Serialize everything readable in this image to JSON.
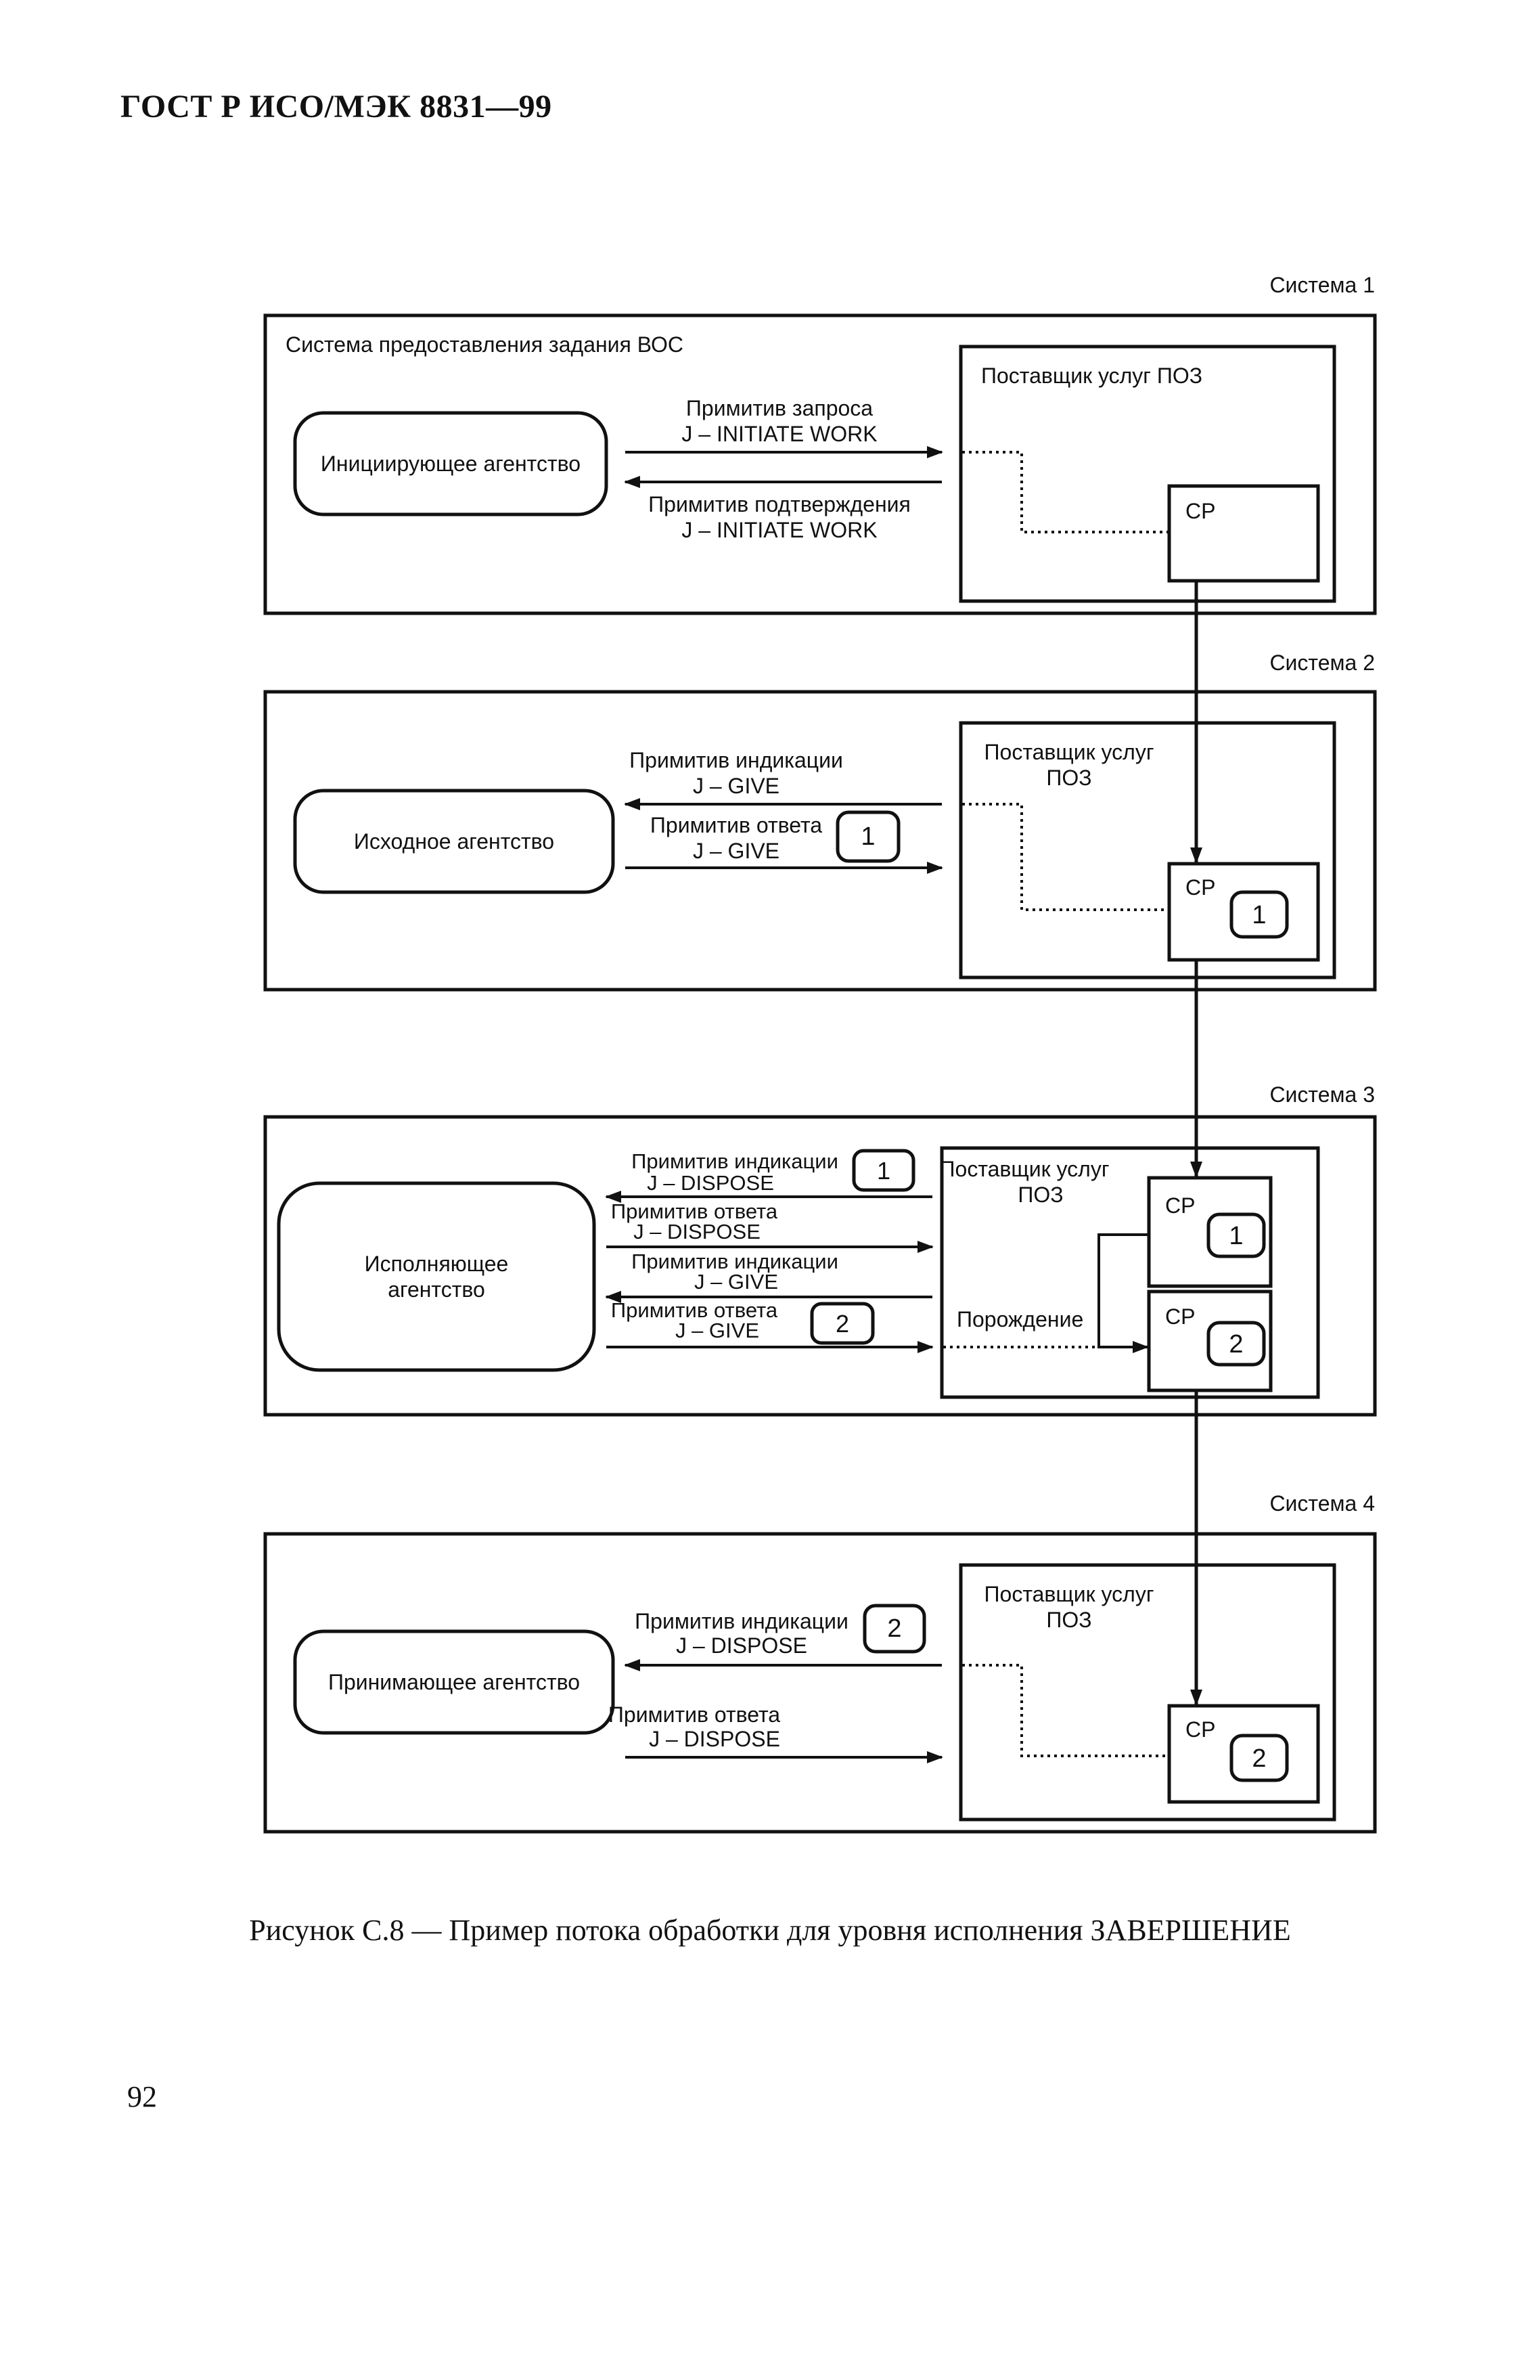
{
  "header": {
    "title": "ГОСТ Р ИСО/МЭК 8831—99"
  },
  "figure": {
    "caption": "Рисунок С.8 — Пример потока обработки для уровня исполнения ЗАВЕРШЕНИЕ",
    "systems": [
      {
        "label": "Система 1",
        "container_label": "Система предоставления задания ВОС",
        "agency": "Инициирующее агентство",
        "provider": "Поставщик услуг ПОЗ",
        "cp_label": "СР",
        "arrows": [
          {
            "line1": "Примитив запроса",
            "line2": "J – INITIATE WORK"
          },
          {
            "line1": "Примитив подтверждения",
            "line2": "J – INITIATE WORK"
          }
        ]
      },
      {
        "label": "Система 2",
        "agency": "Исходное агентство",
        "provider_line1": "Поставщик услуг",
        "provider_line2": "ПОЗ",
        "cp_label": "СР",
        "cp_badge": "1",
        "arrows": [
          {
            "line1": "Примитив индикации",
            "line2": "J – GIVE"
          },
          {
            "line1": "Примитив ответа",
            "line2": "J – GIVE",
            "badge": "1"
          }
        ]
      },
      {
        "label": "Система 3",
        "agency_line1": "Исполняющее",
        "agency_line2": "агентство",
        "provider_line1": "Поставщик услуг",
        "provider_line2": "ПОЗ",
        "spawn_label": "Порождение",
        "cp_label": "СР",
        "cp1_badge": "1",
        "cp2_badge": "2",
        "arrows": [
          {
            "line1": "Примитив индикации",
            "line2": "J – DISPOSE",
            "badge": "1"
          },
          {
            "line1": "Примитив ответа",
            "line2": "J – DISPOSE"
          },
          {
            "line1": "Примитив индикации",
            "line2": "J – GIVE"
          },
          {
            "line1": "Примитив ответа",
            "line2": "J – GIVE",
            "badge": "2"
          }
        ]
      },
      {
        "label": "Система 4",
        "agency": "Принимающее агентство",
        "provider_line1": "Поставщик услуг",
        "provider_line2": "ПОЗ",
        "cp_label": "СР",
        "cp_badge": "2",
        "arrows": [
          {
            "line1": "Примитив индикации",
            "line2": "J – DISPOSE",
            "badge": "2"
          },
          {
            "line1": "Примитив ответа",
            "line2": "J – DISPOSE"
          }
        ]
      }
    ]
  },
  "footer": {
    "page_number": "92"
  }
}
